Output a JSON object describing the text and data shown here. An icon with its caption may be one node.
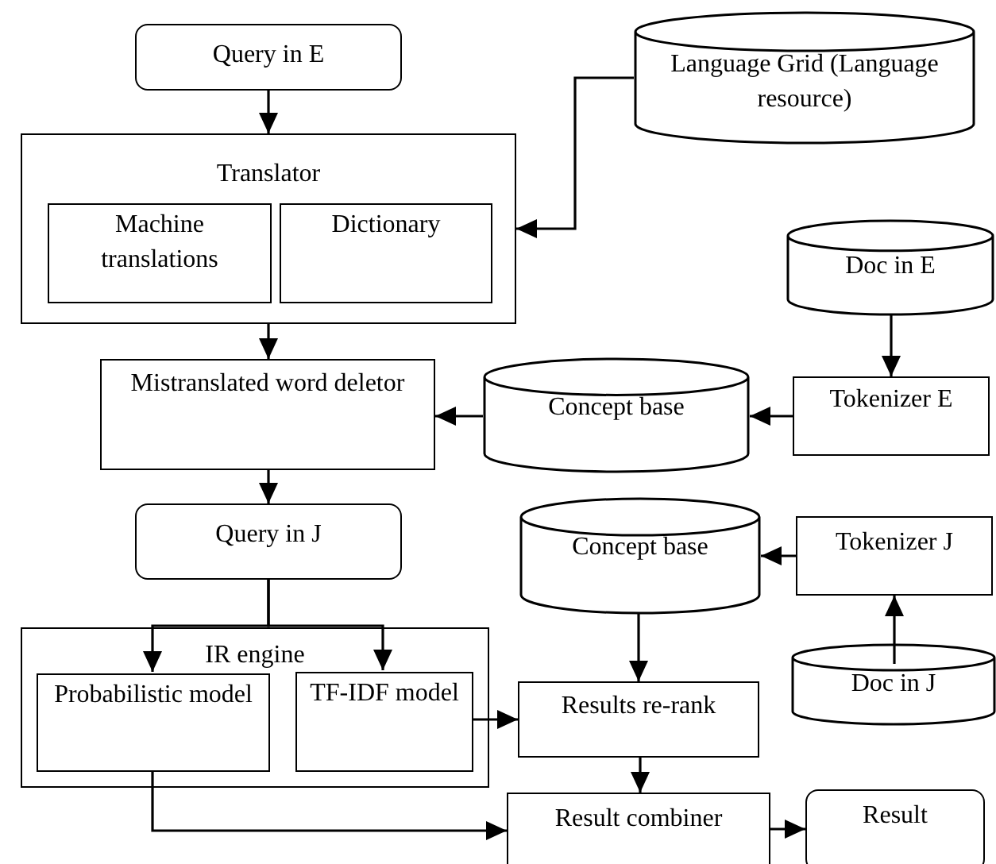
{
  "diagram": {
    "nodes": [
      {
        "text": [
          "Query in E"
        ]
      },
      {
        "text": [
          "Translator"
        ]
      },
      {
        "text": [
          "Machine translations"
        ],
        "in": 1
      },
      {
        "text": [
          "Dictionary"
        ],
        "in": 1
      },
      {
        "text": [
          "Language Grid (Language resource)"
        ]
      },
      {
        "text": [
          "Mistranslated word deletor"
        ]
      },
      {
        "text": [
          "Concept base"
        ]
      },
      {
        "text": [
          "Doc in E"
        ]
      },
      {
        "text": [
          "Tokenizer E"
        ]
      },
      {
        "text": [
          "Query in J"
        ]
      },
      {
        "text": [
          "Concept base"
        ]
      },
      {
        "text": [
          "Tokenizer J"
        ]
      },
      {
        "text": [
          "Doc in J"
        ]
      },
      {
        "text": [
          "IR engine"
        ]
      },
      {
        "text": [
          "Probabilistic model"
        ],
        "in": 13
      },
      {
        "text": [
          "TF-IDF model"
        ],
        "in": 13
      },
      {
        "text": [
          "Results re-rank"
        ]
      },
      {
        "text": [
          "Result combiner"
        ]
      },
      {
        "text": [
          "Result"
        ]
      }
    ],
    "edges": [
      {
        "from": 0,
        "to": 1,
        "arrow": "to"
      },
      {
        "from": 4,
        "to": 1,
        "arrow": "to"
      },
      {
        "from": 1,
        "to": 5,
        "arrow": "to"
      },
      {
        "from": 7,
        "to": 8,
        "arrow": "to"
      },
      {
        "from": 8,
        "to": 6,
        "arrow": "to"
      },
      {
        "from": 6,
        "to": 5,
        "arrow": "to"
      },
      {
        "from": 5,
        "to": 9,
        "arrow": "to"
      },
      {
        "from": 9,
        "to": 14,
        "arrow": "to"
      },
      {
        "from": 9,
        "to": 15,
        "arrow": "to"
      },
      {
        "from": 11,
        "to": 10,
        "arrow": "to"
      },
      {
        "from": 12,
        "to": 11,
        "arrow": "to"
      },
      {
        "from": 10,
        "to": 16,
        "arrow": "to"
      },
      {
        "from": 15,
        "to": 16,
        "arrow": "to"
      },
      {
        "from": 16,
        "to": 17,
        "arrow": "to"
      },
      {
        "from": 14,
        "to": 17,
        "arrow": "to"
      },
      {
        "from": 17,
        "to": 18,
        "arrow": "to"
      }
    ]
  }
}
